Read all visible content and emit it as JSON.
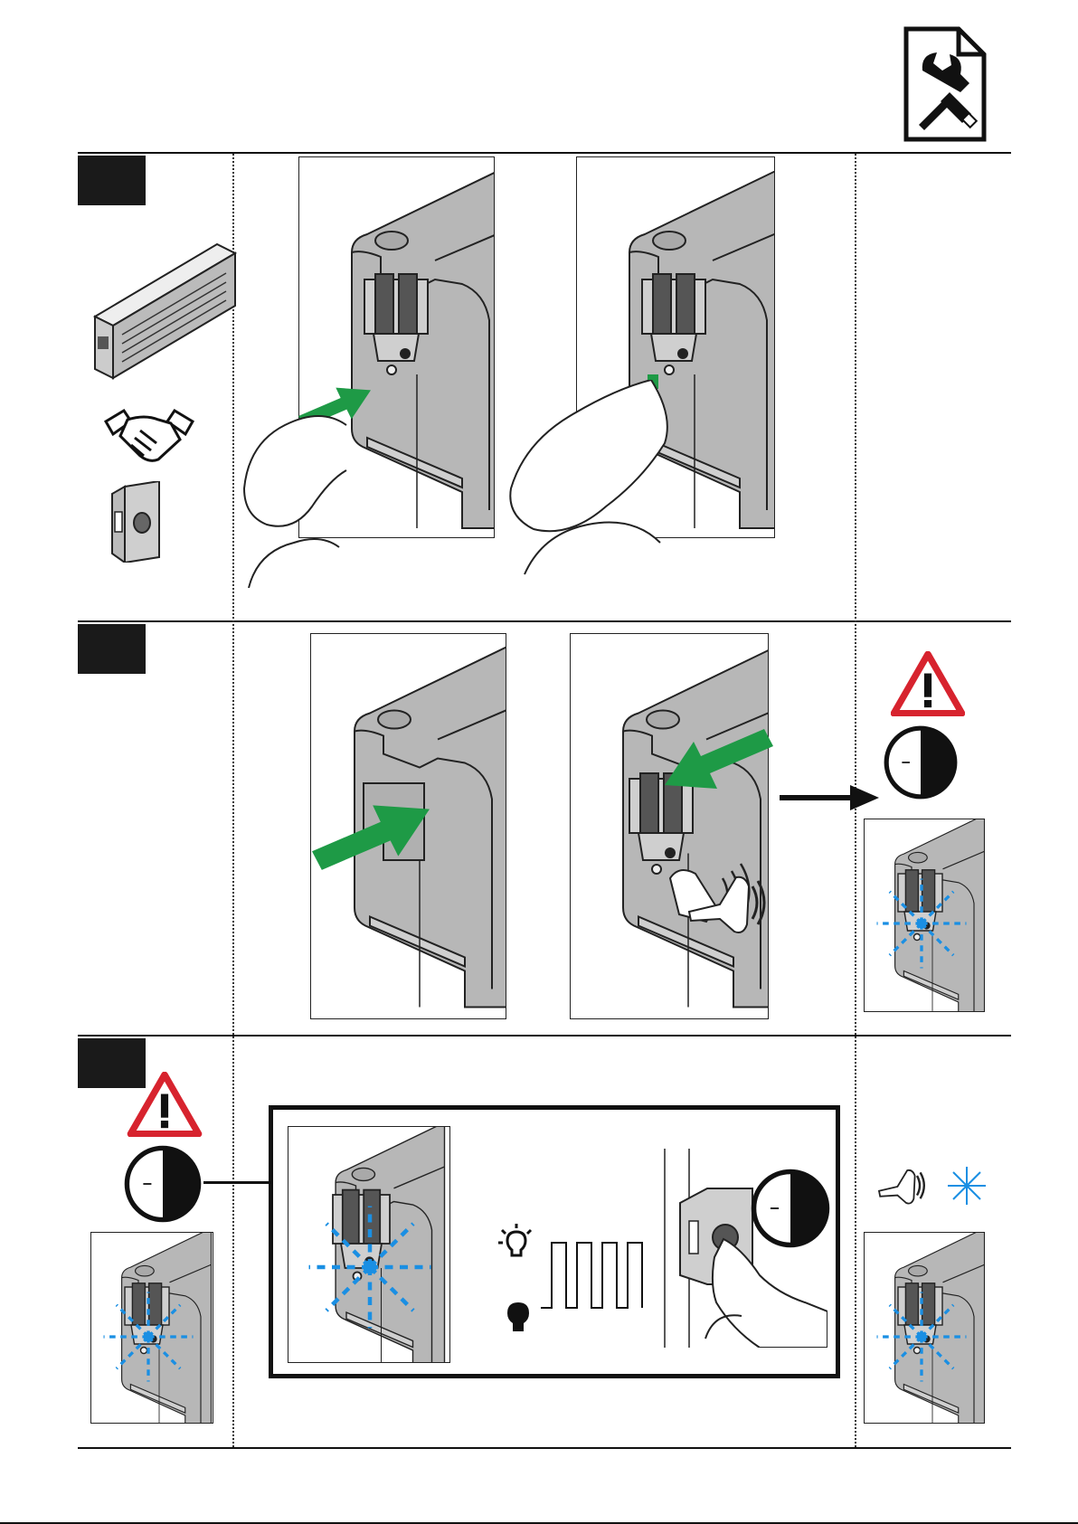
{
  "page": {
    "background": "#ffffff"
  },
  "header": {
    "icon": "maintenance-document-icon"
  },
  "steps": [
    {
      "id": "step-1",
      "badge_text": "",
      "left_icons": [
        "battery-pack-icon",
        "handshake-icon",
        "wall-bracket-icon"
      ],
      "panels": [
        "press-latch-arrow-panel",
        "finger-press-latch-panel"
      ]
    },
    {
      "id": "step-2",
      "badge_text": "",
      "panels": [
        "insert-module-arrow-panel",
        "push-module-click-panel"
      ],
      "right_icons": [
        "warning-triangle-icon",
        "timer-icon",
        "blinking-led-panel"
      ]
    },
    {
      "id": "step-3",
      "badge_text": "",
      "left_icons": [
        "warning-triangle-icon",
        "timer-icon",
        "blinking-led-panel"
      ],
      "callout": [
        "blinking-led-panel",
        "light-on-icon",
        "light-off-icon",
        "blink-pulse-signal",
        "press-button-hand-panel",
        "timer-icon"
      ],
      "right_icons": [
        "beep-speaker-icon",
        "sparkle-light-icon",
        "blinking-led-panel"
      ]
    }
  ],
  "colors": {
    "accent_green": "#1e9a46",
    "warning_red": "#d7232e",
    "led_blue": "#1a8fe3",
    "device_gray": "#b4b4b4",
    "badge_black": "#1a1a1a"
  }
}
